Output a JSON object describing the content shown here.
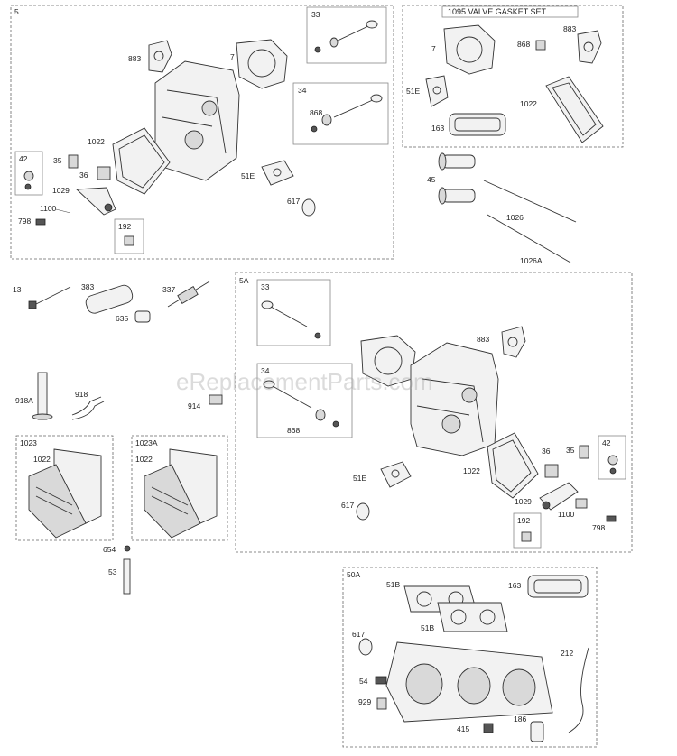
{
  "watermark": "eReplacementParts.com",
  "groups": {
    "g5": "5",
    "g33a": "33",
    "g34a": "34",
    "g42a": "42",
    "g192a": "192",
    "g1095": "1095 VALVE GASKET SET",
    "g5A": "5A",
    "g33b": "33",
    "g34b": "34",
    "g42b": "42",
    "g192b": "192",
    "g1023": "1023",
    "g1023A": "1023A",
    "g50A": "50A"
  },
  "labels": {
    "l883a": "883",
    "l7a": "7",
    "l1022a": "1022",
    "l35a": "35",
    "l36a": "36",
    "l1029a": "1029",
    "l1100a": "1100",
    "l798a": "798",
    "l51Ea": "51E",
    "l617a": "617",
    "l868a": "868",
    "l7b": "7",
    "l868b": "868",
    "l883b": "883",
    "l51Eb": "51E",
    "l1022b": "1022",
    "l163a": "163",
    "l45": "45",
    "l1026": "1026",
    "l1026A": "1026A",
    "l13": "13",
    "l383": "383",
    "l337": "337",
    "l635": "635",
    "l918A": "918A",
    "l918": "918",
    "l914": "914",
    "l1022c": "1022",
    "l1022d": "1022",
    "l654": "654",
    "l53": "53",
    "l883c": "883",
    "l868c": "868",
    "l51Ec": "51E",
    "l1022e": "1022",
    "l617c": "617",
    "l36b": "36",
    "l35b": "35",
    "l1029b": "1029",
    "l1100b": "1100",
    "l798b": "798",
    "l51B1": "51B",
    "l51B2": "51B",
    "l163b": "163",
    "l617d": "617",
    "l212": "212",
    "l54": "54",
    "l929": "929",
    "l415": "415",
    "l186": "186"
  }
}
